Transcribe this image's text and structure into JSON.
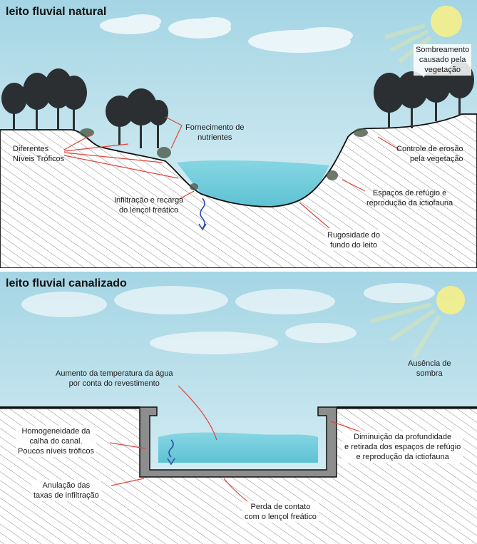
{
  "natural": {
    "title": "leito fluvial natural",
    "labels": {
      "sombreamento": "Sombreamento\ncausado pela\nvegetação",
      "fornecimento": "Fornecimento de\nnutrientes",
      "niveis": "Diferentes\nNíveis Tróficos",
      "erosao": "Controle de erosão\npela vegetação",
      "infiltracao": "Infiltração e recarga\ndo lençol freático",
      "refugio": "Espaços de refúgio e\nreprodução da ictiofauna",
      "rugosidade": "Rugosidade do\nfundo do leito"
    }
  },
  "canal": {
    "title": "leito fluvial canalizado",
    "labels": {
      "ausencia": "Ausência de\nsombra",
      "temperatura": "Aumento da temperatura da água\npor conta do revestimento",
      "homogeneidade": "Homogeneidade da\ncalha do canal.\nPoucos níveis tróficos",
      "diminuicao": "Diminuição da profundidade\ne retirada dos espaços de refúgio\ne reprodução da ictiofauna",
      "anulacao": "Anulação das\ntaxas de infiltração",
      "perda": "Perda de contato\ncom o lençol freático"
    }
  },
  "colors": {
    "sky_top": "#a9d8e6",
    "sky_bottom": "#e2f2f6",
    "water": "#7fd1de",
    "arrow": "#e0453a",
    "seepage": "#2d4fa8",
    "sun": "#f6f08a",
    "soil": "#ffffff",
    "hatch": "#8a8a8a",
    "tree": "#2a2e30"
  }
}
